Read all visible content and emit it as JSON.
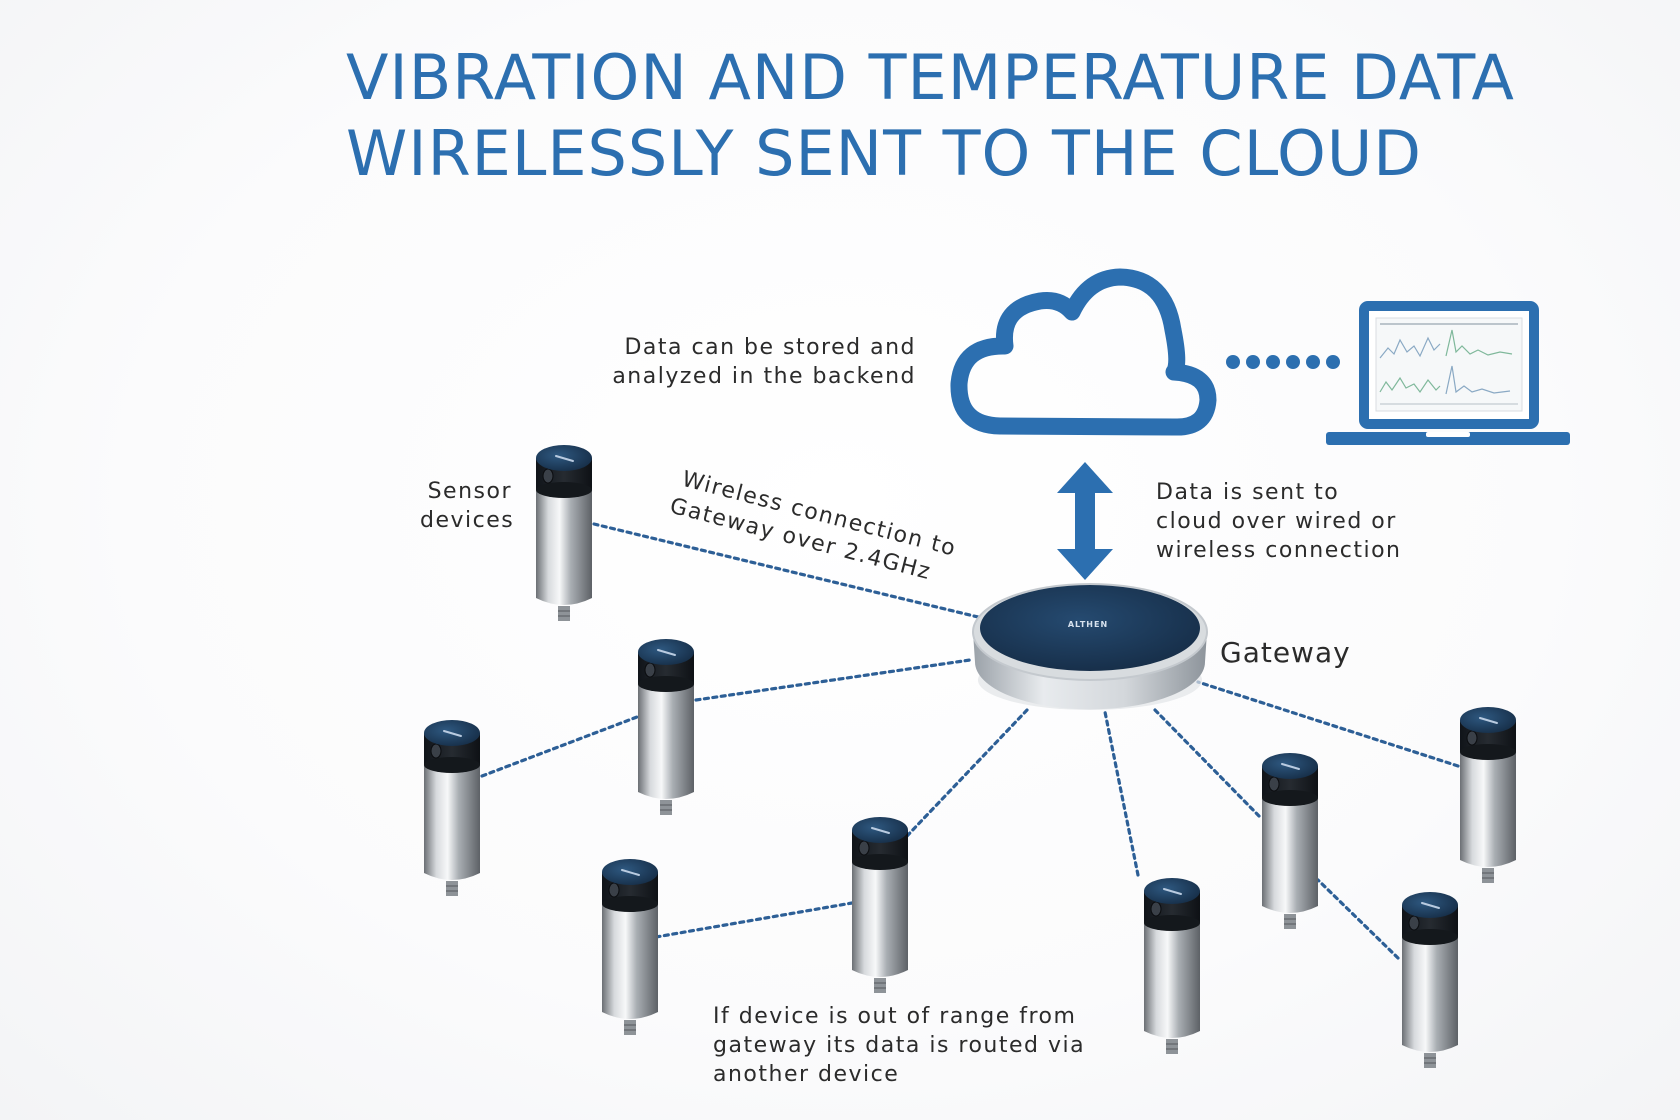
{
  "title": {
    "line1": "VIBRATION AND TEMPERATURE DATA",
    "line2": "WIRELESSLY SENT TO THE CLOUD"
  },
  "labels": {
    "backend": [
      "Data can be stored and",
      "analyzed in the backend"
    ],
    "sensor_devices": [
      "Sensor",
      "devices"
    ],
    "wireless": [
      "Wireless connection to",
      "Gateway over 2.4GHz"
    ],
    "cloud_connection": [
      "Data is sent to",
      "cloud over wired or",
      "wireless connection"
    ],
    "gateway": "Gateway",
    "routing": [
      "If device is out of range from",
      "gateway its data is routed via",
      "another device"
    ]
  },
  "brand": "ALTHEN",
  "colors": {
    "accent": "#2c6fb0",
    "gateway_top": "#1c3856",
    "sensor_cap": "#1d3a5a",
    "text": "#2b2b2b"
  }
}
